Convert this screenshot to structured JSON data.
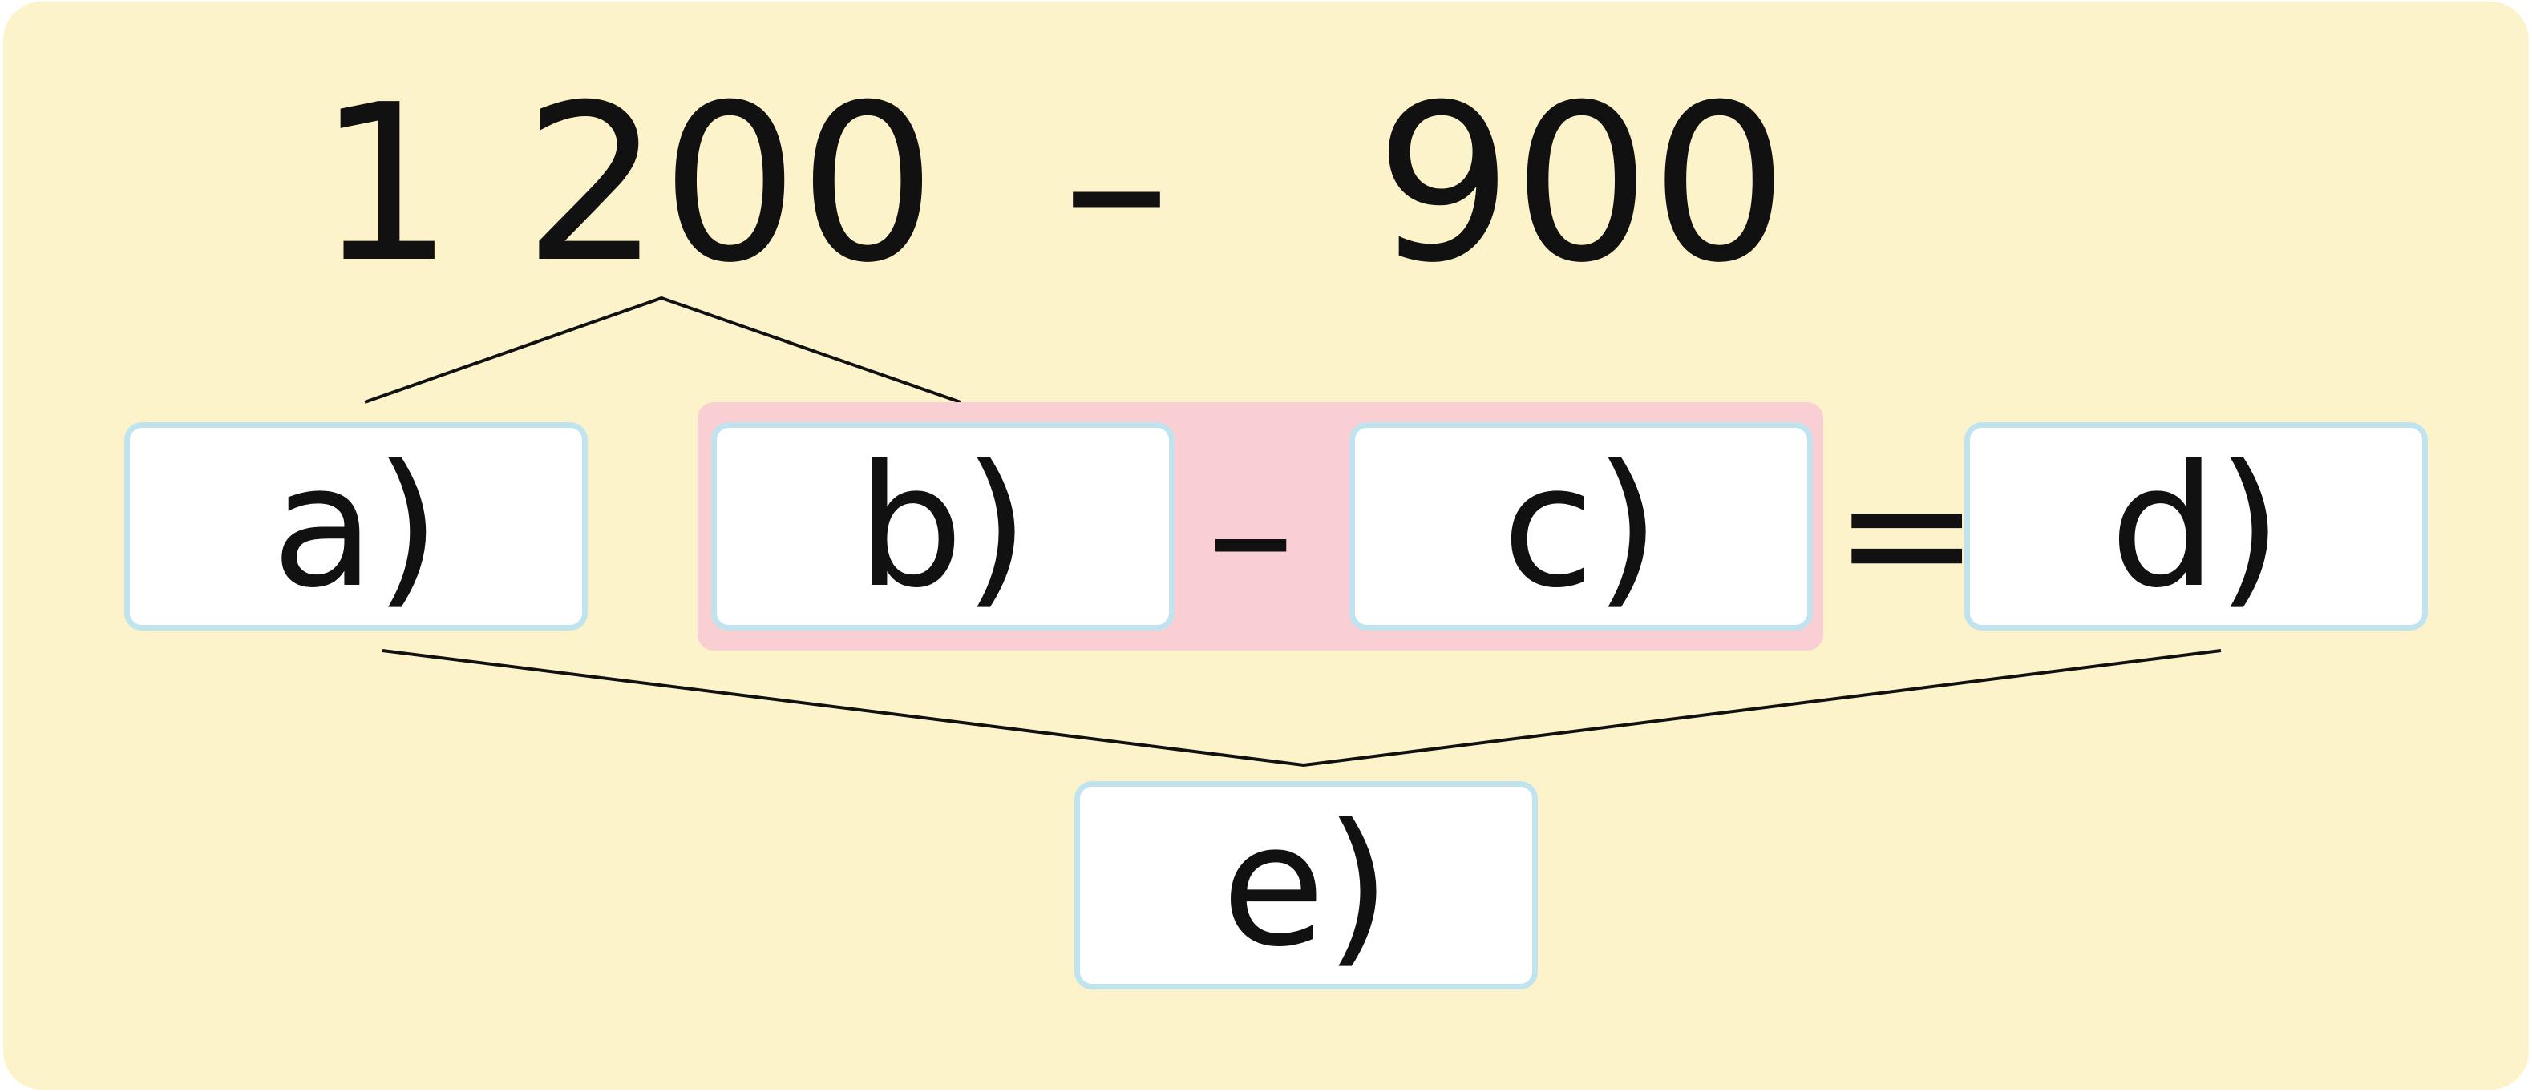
{
  "expression": {
    "minuend": "1 200",
    "operator": "–",
    "subtrahend": "900"
  },
  "boxes": {
    "a": "a)",
    "b": "b)",
    "c": "c)",
    "d": "d)",
    "e": "e)"
  },
  "signs": {
    "minus": "–",
    "equals": "="
  },
  "colors": {
    "background": "#fdf3cb",
    "highlight": "#f9cfd3",
    "box_border": "#bfe3ef"
  }
}
